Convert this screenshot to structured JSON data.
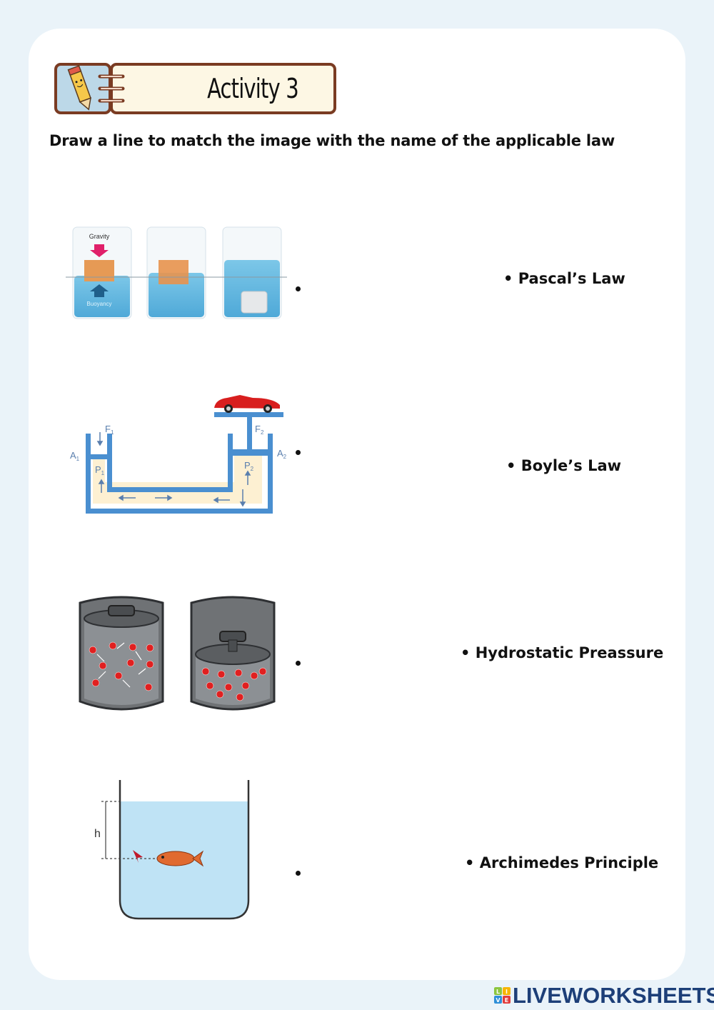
{
  "header": {
    "title": "Activity 3"
  },
  "instruction": "Draw a line to match the image with the name of the applicable law",
  "images": {
    "buoyancy": {
      "gravity_label": "Gravity",
      "buoyancy_label": "Buoyancy"
    },
    "hydraulic": {
      "f1": "F",
      "f1_sub": "1",
      "f2": "F",
      "f2_sub": "2",
      "a1": "A",
      "a1_sub": "1",
      "a2": "A",
      "a2_sub": "2",
      "p1": "P",
      "p1_sub": "1",
      "p2": "P",
      "p2_sub": "2"
    },
    "gas": {},
    "depth": {
      "h_label": "h"
    }
  },
  "laws": [
    {
      "label": "• Pascal’s Law"
    },
    {
      "label": "• Boyle’s Law"
    },
    {
      "label": "• Hydrostatic Preassure"
    },
    {
      "label": "• Archimedes Principle"
    }
  ],
  "footer": {
    "brand": "LIVEWORKSHEETS",
    "logo_letters": [
      "L",
      "I",
      "V",
      "E"
    ]
  }
}
